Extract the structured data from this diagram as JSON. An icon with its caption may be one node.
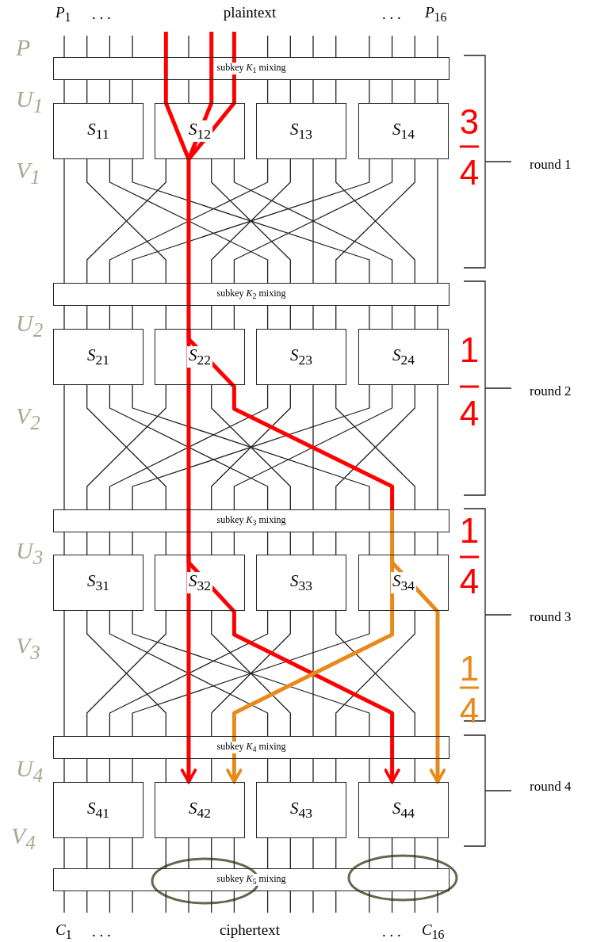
{
  "diagram": {
    "nodes": [
      {
        "text": [
          "subkey *K*$_{1}$ mixing"
        ]
      },
      {
        "text": [
          "*S*$_{11}$"
        ]
      },
      {
        "text": [
          "*S*$_{12}$"
        ]
      },
      {
        "text": [
          "*S*$_{13}$"
        ]
      },
      {
        "text": [
          "*S*$_{14}$"
        ]
      },
      {
        "text": [
          "subkey *K*$_{2}$ mixing"
        ]
      },
      {
        "text": [
          "*S*$_{21}$"
        ]
      },
      {
        "text": [
          "*S*$_{22}$"
        ]
      },
      {
        "text": [
          "*S*$_{23}$"
        ]
      },
      {
        "text": [
          "*S*$_{24}$"
        ]
      },
      {
        "text": [
          "subkey *K*$_{3}$ mixing"
        ]
      },
      {
        "text": [
          "*S*$_{31}$"
        ]
      },
      {
        "text": [
          "*S*$_{32}$"
        ]
      },
      {
        "text": [
          "*S*$_{33}$"
        ]
      },
      {
        "text": [
          "*S*$_{34}$"
        ]
      },
      {
        "text": [
          "subkey *K*$_{4}$ mixing"
        ]
      },
      {
        "text": [
          "*S*$_{41}$"
        ]
      },
      {
        "text": [
          "*S*$_{42}$"
        ]
      },
      {
        "text": [
          "*S*$_{43}$"
        ]
      },
      {
        "text": [
          "*S*$_{44}$"
        ]
      },
      {
        "text": [
          "subkey *K*$_{5}$ mixing"
        ]
      }
    ],
    "edges": [
      {
        "from": null,
        "to": 0,
        "arrow": "none",
        "style": "thick",
        "color": "#ff0000"
      },
      {
        "from": null,
        "to": 0,
        "arrow": "none",
        "style": "thick",
        "color": "#ff0000"
      },
      {
        "from": null,
        "to": 0,
        "arrow": "none",
        "style": "thick",
        "color": "#ff0000"
      },
      {
        "from": 0,
        "to": 2,
        "arrow": "none",
        "style": "thick",
        "color": "#ff0000"
      },
      {
        "from": 0,
        "to": 2,
        "arrow": "none",
        "style": "thick",
        "color": "#ff0000"
      },
      {
        "from": 0,
        "to": 2,
        "arrow": "none",
        "style": "thick",
        "color": "#ff0000"
      },
      {
        "from": 2,
        "to": 5,
        "arrow": "none",
        "style": "thick",
        "color": "#ff0000"
      },
      {
        "from": 5,
        "to": 7,
        "arrow": "none",
        "style": "thick",
        "color": "#ff0000"
      },
      {
        "from": 7,
        "to": 10,
        "arrow": "none",
        "style": "thick",
        "color": "#ff0000"
      },
      {
        "from": 7,
        "to": 10,
        "arrow": "none",
        "style": "thick",
        "color": "#ff0000"
      },
      {
        "from": 10,
        "to": 12,
        "arrow": "none",
        "style": "thick",
        "color": "#ff0000"
      },
      {
        "from": 10,
        "to": 14,
        "arrow": "none",
        "style": "thick",
        "color": "#e8891c"
      },
      {
        "from": 12,
        "to": 15,
        "arrow": "none",
        "style": "thick",
        "color": "#ff0000"
      },
      {
        "from": 12,
        "to": 15,
        "arrow": "none",
        "style": "thick",
        "color": "#ff0000"
      },
      {
        "from": 14,
        "to": 15,
        "arrow": "none",
        "style": "thick",
        "color": "#e8891c"
      },
      {
        "from": 14,
        "to": 15,
        "arrow": "none",
        "style": "thick",
        "color": "#e8891c"
      },
      {
        "from": 15,
        "to": 17,
        "arrow": "to",
        "style": "thick",
        "color": "#ff0000"
      },
      {
        "from": 15,
        "to": 17,
        "arrow": "to",
        "style": "thick",
        "color": "#e8891c"
      },
      {
        "from": 15,
        "to": 19,
        "arrow": "to",
        "style": "thick",
        "color": "#ff0000"
      },
      {
        "from": 15,
        "to": 19,
        "arrow": "to",
        "style": "thick",
        "color": "#e8891c"
      },
      {
        "from": null,
        "to": 0,
        "arrow": "none"
      },
      {
        "from": null,
        "to": 0,
        "arrow": "none"
      },
      {
        "from": null,
        "to": 0,
        "arrow": "none"
      },
      {
        "from": null,
        "to": 0,
        "arrow": "none"
      },
      {
        "from": null,
        "to": 0,
        "arrow": "none"
      },
      {
        "from": null,
        "to": 0,
        "arrow": "none"
      },
      {
        "from": null,
        "to": 0,
        "arrow": "none"
      },
      {
        "from": null,
        "to": 0,
        "arrow": "none"
      },
      {
        "from": null,
        "to": 0,
        "arrow": "none"
      },
      {
        "from": null,
        "to": 0,
        "arrow": "none"
      },
      {
        "from": null,
        "to": 0,
        "arrow": "none"
      },
      {
        "from": null,
        "to": 0,
        "arrow": "none"
      },
      {
        "from": null,
        "to": 0,
        "arrow": "none"
      },
      {
        "from": 0,
        "to": 1,
        "arrow": "none"
      },
      {
        "from": 0,
        "to": 1,
        "arrow": "none"
      },
      {
        "from": 0,
        "to": 1,
        "arrow": "none"
      },
      {
        "from": 0,
        "to": 1,
        "arrow": "none"
      },
      {
        "from": 0,
        "to": 2,
        "arrow": "none"
      },
      {
        "from": 0,
        "to": 3,
        "arrow": "none"
      },
      {
        "from": 0,
        "to": 3,
        "arrow": "none"
      },
      {
        "from": 0,
        "to": 3,
        "arrow": "none"
      },
      {
        "from": 0,
        "to": 3,
        "arrow": "none"
      },
      {
        "from": 0,
        "to": 4,
        "arrow": "none"
      },
      {
        "from": 0,
        "to": 4,
        "arrow": "none"
      },
      {
        "from": 0,
        "to": 4,
        "arrow": "none"
      },
      {
        "from": 0,
        "to": 4,
        "arrow": "none"
      },
      {
        "from": 1,
        "to": 5,
        "arrow": "none"
      },
      {
        "from": 1,
        "to": 5,
        "arrow": "none"
      },
      {
        "from": 1,
        "to": 5,
        "arrow": "none"
      },
      {
        "from": 1,
        "to": 5,
        "arrow": "none"
      },
      {
        "from": 2,
        "to": 5,
        "arrow": "none"
      },
      {
        "from": 2,
        "to": 5,
        "arrow": "none"
      },
      {
        "from": 2,
        "to": 5,
        "arrow": "none"
      },
      {
        "from": 3,
        "to": 5,
        "arrow": "none"
      },
      {
        "from": 3,
        "to": 5,
        "arrow": "none"
      },
      {
        "from": 3,
        "to": 5,
        "arrow": "none"
      },
      {
        "from": 3,
        "to": 5,
        "arrow": "none"
      },
      {
        "from": 4,
        "to": 5,
        "arrow": "none"
      },
      {
        "from": 4,
        "to": 5,
        "arrow": "none"
      },
      {
        "from": 4,
        "to": 5,
        "arrow": "none"
      },
      {
        "from": 4,
        "to": 5,
        "arrow": "none"
      },
      {
        "from": 5,
        "to": 6,
        "arrow": "none"
      },
      {
        "from": 5,
        "to": 6,
        "arrow": "none"
      },
      {
        "from": 5,
        "to": 6,
        "arrow": "none"
      },
      {
        "from": 5,
        "to": 6,
        "arrow": "none"
      },
      {
        "from": 5,
        "to": 7,
        "arrow": "none"
      },
      {
        "from": 5,
        "to": 7,
        "arrow": "none"
      },
      {
        "from": 5,
        "to": 7,
        "arrow": "none"
      },
      {
        "from": 5,
        "to": 8,
        "arrow": "none"
      },
      {
        "from": 5,
        "to": 8,
        "arrow": "none"
      },
      {
        "from": 5,
        "to": 8,
        "arrow": "none"
      },
      {
        "from": 5,
        "to": 8,
        "arrow": "none"
      },
      {
        "from": 5,
        "to": 9,
        "arrow": "none"
      },
      {
        "from": 5,
        "to": 9,
        "arrow": "none"
      },
      {
        "from": 5,
        "to": 9,
        "arrow": "none"
      },
      {
        "from": 5,
        "to": 9,
        "arrow": "none"
      },
      {
        "from": 6,
        "to": 10,
        "arrow": "none"
      },
      {
        "from": 6,
        "to": 10,
        "arrow": "none"
      },
      {
        "from": 6,
        "to": 10,
        "arrow": "none"
      },
      {
        "from": 6,
        "to": 10,
        "arrow": "none"
      },
      {
        "from": 7,
        "to": 10,
        "arrow": "none"
      },
      {
        "from": 7,
        "to": 10,
        "arrow": "none"
      },
      {
        "from": 8,
        "to": 10,
        "arrow": "none"
      },
      {
        "from": 8,
        "to": 10,
        "arrow": "none"
      },
      {
        "from": 8,
        "to": 10,
        "arrow": "none"
      },
      {
        "from": 8,
        "to": 10,
        "arrow": "none"
      },
      {
        "from": 9,
        "to": 10,
        "arrow": "none"
      },
      {
        "from": 9,
        "to": 10,
        "arrow": "none"
      },
      {
        "from": 9,
        "to": 10,
        "arrow": "none"
      },
      {
        "from": 9,
        "to": 10,
        "arrow": "none"
      },
      {
        "from": 10,
        "to": 11,
        "arrow": "none"
      },
      {
        "from": 10,
        "to": 11,
        "arrow": "none"
      },
      {
        "from": 10,
        "to": 11,
        "arrow": "none"
      },
      {
        "from": 10,
        "to": 11,
        "arrow": "none"
      },
      {
        "from": 10,
        "to": 12,
        "arrow": "none"
      },
      {
        "from": 10,
        "to": 12,
        "arrow": "none"
      },
      {
        "from": 10,
        "to": 12,
        "arrow": "none"
      },
      {
        "from": 10,
        "to": 13,
        "arrow": "none"
      },
      {
        "from": 10,
        "to": 13,
        "arrow": "none"
      },
      {
        "from": 10,
        "to": 13,
        "arrow": "none"
      },
      {
        "from": 10,
        "to": 13,
        "arrow": "none"
      },
      {
        "from": 10,
        "to": 14,
        "arrow": "none"
      },
      {
        "from": 10,
        "to": 14,
        "arrow": "none"
      },
      {
        "from": 10,
        "to": 14,
        "arrow": "none"
      },
      {
        "from": 11,
        "to": 15,
        "arrow": "none"
      },
      {
        "from": 11,
        "to": 15,
        "arrow": "none"
      },
      {
        "from": 11,
        "to": 15,
        "arrow": "none"
      },
      {
        "from": 11,
        "to": 15,
        "arrow": "none"
      },
      {
        "from": 12,
        "to": 15,
        "arrow": "none"
      },
      {
        "from": 12,
        "to": 15,
        "arrow": "none"
      },
      {
        "from": 13,
        "to": 15,
        "arrow": "none"
      },
      {
        "from": 13,
        "to": 15,
        "arrow": "none"
      },
      {
        "from": 13,
        "to": 15,
        "arrow": "none"
      },
      {
        "from": 13,
        "to": 15,
        "arrow": "none"
      },
      {
        "from": 14,
        "to": 15,
        "arrow": "none"
      },
      {
        "from": 14,
        "to": 15,
        "arrow": "none"
      },
      {
        "from": 15,
        "to": 16,
        "arrow": "none"
      },
      {
        "from": 15,
        "to": 16,
        "arrow": "none"
      },
      {
        "from": 15,
        "to": 16,
        "arrow": "none"
      },
      {
        "from": 15,
        "to": 16,
        "arrow": "none"
      },
      {
        "from": 15,
        "to": 17,
        "arrow": "none"
      },
      {
        "from": 15,
        "to": 17,
        "arrow": "none"
      },
      {
        "from": 15,
        "to": 18,
        "arrow": "none"
      },
      {
        "from": 15,
        "to": 18,
        "arrow": "none"
      },
      {
        "from": 15,
        "to": 18,
        "arrow": "none"
      },
      {
        "from": 15,
        "to": 18,
        "arrow": "none"
      },
      {
        "from": 15,
        "to": 19,
        "arrow": "none"
      },
      {
        "from": 15,
        "to": 19,
        "arrow": "none"
      },
      {
        "from": 16,
        "to": 20,
        "arrow": "none"
      },
      {
        "from": 16,
        "to": 20,
        "arrow": "none"
      },
      {
        "from": 16,
        "to": 20,
        "arrow": "none"
      },
      {
        "from": 16,
        "to": 20,
        "arrow": "none"
      },
      {
        "from": 17,
        "to": 20,
        "arrow": "none"
      },
      {
        "from": 17,
        "to": 20,
        "arrow": "none"
      },
      {
        "from": 17,
        "to": 20,
        "arrow": "none"
      },
      {
        "from": 17,
        "to": 20,
        "arrow": "none"
      },
      {
        "from": 18,
        "to": 20,
        "arrow": "none"
      },
      {
        "from": 18,
        "to": 20,
        "arrow": "none"
      },
      {
        "from": 18,
        "to": 20,
        "arrow": "none"
      },
      {
        "from": 18,
        "to": 20,
        "arrow": "none"
      },
      {
        "from": 19,
        "to": 20,
        "arrow": "none"
      },
      {
        "from": 19,
        "to": 20,
        "arrow": "none"
      },
      {
        "from": 19,
        "to": 20,
        "arrow": "none"
      },
      {
        "from": 19,
        "to": 20,
        "arrow": "none"
      },
      {
        "from": 20,
        "to": null,
        "arrow": "none"
      },
      {
        "from": 20,
        "to": null,
        "arrow": "none"
      },
      {
        "from": 20,
        "to": null,
        "arrow": "none"
      },
      {
        "from": 20,
        "to": null,
        "arrow": "none"
      },
      {
        "from": 20,
        "to": null,
        "arrow": "none"
      },
      {
        "from": 20,
        "to": null,
        "arrow": "none"
      },
      {
        "from": 20,
        "to": null,
        "arrow": "none"
      },
      {
        "from": 20,
        "to": null,
        "arrow": "none"
      },
      {
        "from": 20,
        "to": null,
        "arrow": "none"
      },
      {
        "from": 20,
        "to": null,
        "arrow": "none"
      },
      {
        "from": 20,
        "to": null,
        "arrow": "none"
      },
      {
        "from": 20,
        "to": null,
        "arrow": "none"
      },
      {
        "from": 20,
        "to": null,
        "arrow": "none"
      },
      {
        "from": 20,
        "to": null,
        "arrow": "none"
      },
      {
        "from": 20,
        "to": null,
        "arrow": "none"
      },
      {
        "from": 20,
        "to": null,
        "arrow": "none"
      }
    ],
    "labels": [
      "*P*$_{1}$",
      ". . .",
      "plaintext",
      ". . .",
      "*P*$_{16}$",
      "P",
      "U$_{1}$",
      "V$_{1}$",
      "3",
      "4",
      "round 1",
      "U$_{2}$",
      "V$_{2}$",
      "1",
      "4",
      "round 2",
      "U$_{3}$",
      "V$_{3}$",
      "1",
      "4",
      "1",
      "4",
      "round 3",
      "U$_{4}$",
      "V$_{4}$",
      "round 4",
      "*C*$_{1}$",
      ". . .",
      "ciphertext",
      ". . .",
      "*C*$_{16}$"
    ]
  }
}
